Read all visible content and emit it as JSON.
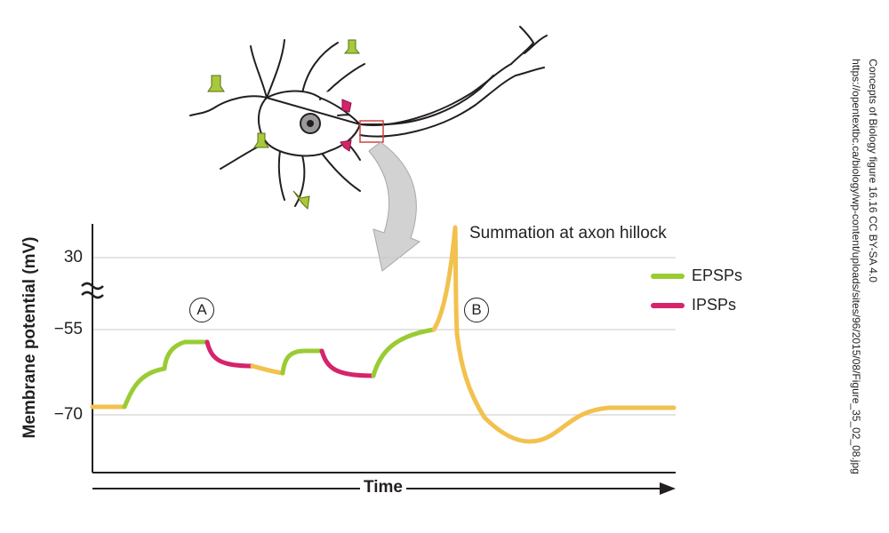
{
  "axes": {
    "y_label": "Membrane potential (mV)",
    "y_ticks": [
      "30",
      "−55",
      "−70"
    ],
    "x_label": "Time"
  },
  "annotations": {
    "summation_label": "Summation at axon hillock",
    "marker_a": "A",
    "marker_b": "B"
  },
  "legend": {
    "items": [
      {
        "label": "EPSPs",
        "color": "#99cc33"
      },
      {
        "label": "IPSPs",
        "color": "#d6246b"
      }
    ]
  },
  "colors": {
    "epsp": "#99cc33",
    "ipsp": "#d6246b",
    "trace": "#f2c14e",
    "axis": "#231f20",
    "grid": "#c8c8c8",
    "arrow": "#c9c9c9",
    "highlight_box": "#d0453a"
  },
  "credit": {
    "line1": "Concepts of Biology figure 16.16 CC BY-SA 4.0",
    "line2": "https://opentextbc.ca/biology/wp-content/uploads/sites/96/2015/08/Figure_35_02_08.jpg"
  },
  "icons": [
    "neuron",
    "excitatory-synapse-icon",
    "inhibitory-synapse-icon",
    "axis-break-icon",
    "callout-arrow-icon"
  ]
}
